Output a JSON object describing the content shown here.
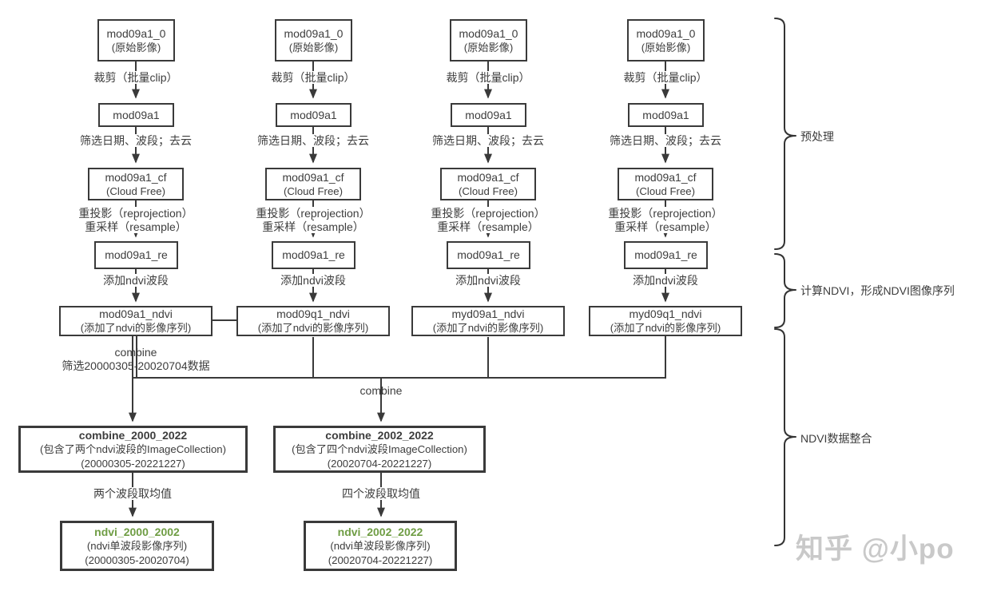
{
  "columns": [
    {
      "box1_line1": "mod09a1_0",
      "box1_line2": "(原始影像)",
      "label1": "裁剪（批量clip）",
      "box2": "mod09a1",
      "label2": "筛选日期、波段；去云",
      "box3_line1": "mod09a1_cf",
      "box3_line2": "(Cloud Free)",
      "label3a": "重投影（reprojection）",
      "label3b": "重采样（resample）",
      "box4": "mod09a1_re",
      "label4": "添加ndvi波段",
      "box5_line1": "mod09a1_ndvi",
      "box5_line2": "(添加了ndvi的影像序列)"
    },
    {
      "box1_line1": "mod09a1_0",
      "box1_line2": "(原始影像)",
      "label1": "裁剪（批量clip）",
      "box2": "mod09a1",
      "label2": "筛选日期、波段；去云",
      "box3_line1": "mod09a1_cf",
      "box3_line2": "(Cloud Free)",
      "label3a": "重投影（reprojection）",
      "label3b": "重采样（resample）",
      "box4": "mod09a1_re",
      "label4": "添加ndvi波段",
      "box5_line1": "mod09q1_ndvi",
      "box5_line2": "(添加了ndvi的影像序列)"
    },
    {
      "box1_line1": "mod09a1_0",
      "box1_line2": "(原始影像)",
      "label1": "裁剪（批量clip）",
      "box2": "mod09a1",
      "label2": "筛选日期、波段；去云",
      "box3_line1": "mod09a1_cf",
      "box3_line2": "(Cloud Free)",
      "label3a": "重投影（reprojection）",
      "label3b": "重采样（resample）",
      "box4": "mod09a1_re",
      "label4": "添加ndvi波段",
      "box5_line1": "myd09a1_ndvi",
      "box5_line2": "(添加了ndvi的影像序列)"
    },
    {
      "box1_line1": "mod09a1_0",
      "box1_line2": "(原始影像)",
      "label1": "裁剪（批量clip）",
      "box2": "mod09a1",
      "label2": "筛选日期、波段；去云",
      "box3_line1": "mod09a1_cf",
      "box3_line2": "(Cloud Free)",
      "label3a": "重投影（reprojection）",
      "label3b": "重采样（resample）",
      "box4": "mod09a1_re",
      "label4": "添加ndvi波段",
      "box5_line1": "myd09q1_ndvi",
      "box5_line2": "(添加了ndvi的影像序列)"
    }
  ],
  "combine_two": {
    "line1": "combine",
    "line2": "筛选20000305-20020704数据"
  },
  "combine_four": {
    "label": "combine"
  },
  "merge_left": {
    "title": "combine_2000_2022",
    "subtitle": "(包含了两个ndvi波段的ImageCollection)",
    "dates": "(20000305-20221227)",
    "step": "两个波段取均值"
  },
  "merge_right": {
    "title": "combine_2002_2022",
    "subtitle": "(包含了四个ndvi波段ImageCollection)",
    "dates": "(20020704-20221227)",
    "step": "四个波段取均值"
  },
  "result_left": {
    "title": "ndvi_2000_2002",
    "subtitle": "(ndvi单波段影像序列)",
    "dates": "(20000305-20020704)"
  },
  "result_right": {
    "title": "ndvi_2002_2022",
    "subtitle": "(ndvi单波段影像序列)",
    "dates": "(20020704-20221227)"
  },
  "stages": [
    {
      "label": "预处理"
    },
    {
      "label": "计算NDVI，形成NDVI图像序列"
    },
    {
      "label": "NDVI数据整合"
    }
  ],
  "watermark": "知乎 @小po",
  "colors": {
    "line": "#3a3a3a",
    "text": "#3d3d3d",
    "green": "#6f9d44",
    "watermark": "#c9c9c9"
  }
}
